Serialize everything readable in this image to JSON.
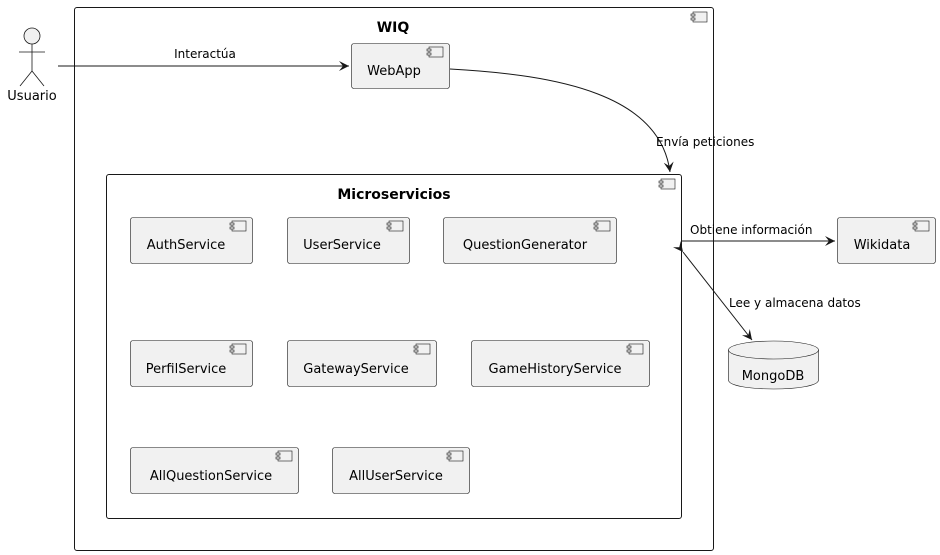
{
  "diagram": {
    "containers": {
      "wiq": {
        "title": "WIQ"
      },
      "microservicios": {
        "title": "Microservicios"
      }
    },
    "actor": {
      "label": "Usuario"
    },
    "components": {
      "webapp": "WebApp",
      "wikidata": "Wikidata",
      "auth": "AuthService",
      "user": "UserService",
      "question_generator": "QuestionGenerator",
      "perfil": "PerfilService",
      "gateway": "GatewayService",
      "game_history": "GameHistoryService",
      "all_question": "AllQuestionService",
      "all_user": "AllUserService"
    },
    "database": {
      "label": "MongoDB"
    },
    "edges": {
      "interactua": "Interactúa",
      "envia_peticiones": "Envía peticiones",
      "obtiene_informacion": "Obtiene información",
      "lee_almacena": "Lee y almacena datos"
    },
    "colors": {
      "node_fill": "#f1f1f1",
      "line": "#181818"
    }
  }
}
